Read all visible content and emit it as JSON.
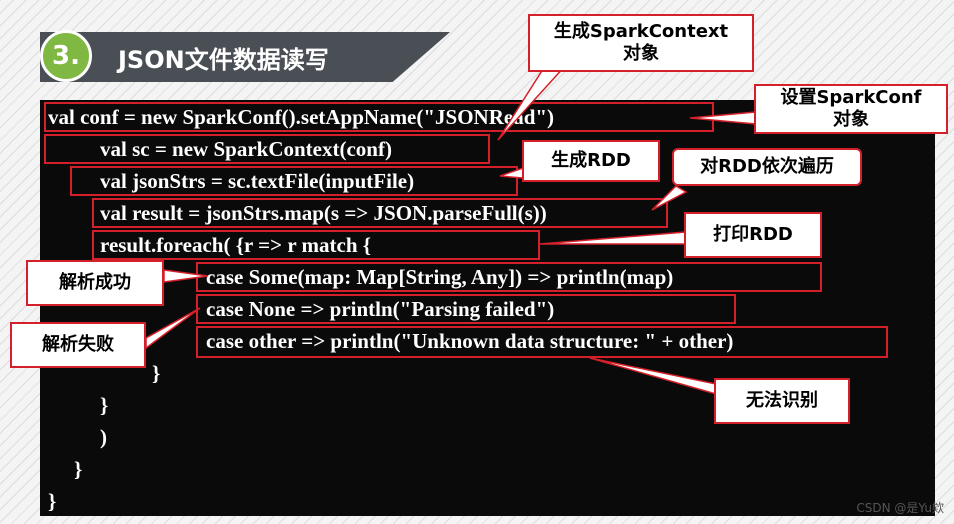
{
  "slide": {
    "number": "3.",
    "title": "JSON文件数据读写"
  },
  "code": {
    "lines": [
      "val conf = new SparkConf().setAppName(\"JSONRead\")",
      "val sc = new SparkContext(conf)",
      "val jsonStrs = sc.textFile(inputFile)",
      "val result = jsonStrs.map(s => JSON.parseFull(s))",
      "result.foreach( {r => r match {",
      "case Some(map: Map[String, Any]) => println(map)",
      "case None => println(\"Parsing failed\")",
      "case other => println(\"Unknown data structure: \" + other)",
      "}",
      "}",
      ")",
      "}",
      "}"
    ]
  },
  "callouts": {
    "spark_context": "生成SparkContext\n对象",
    "spark_conf": "设置SparkConf\n对象",
    "rdd": "生成RDD",
    "traverse": "对RDD依次遍历",
    "print_rdd": "打印RDD",
    "parse_success": "解析成功",
    "parse_fail": "解析失败",
    "unknown": "无法识别"
  },
  "colors": {
    "accent": "#d4202a",
    "badge": "#7fb842",
    "title_bar": "#4a4f55"
  },
  "watermark": "CSDN @是Yu欸"
}
